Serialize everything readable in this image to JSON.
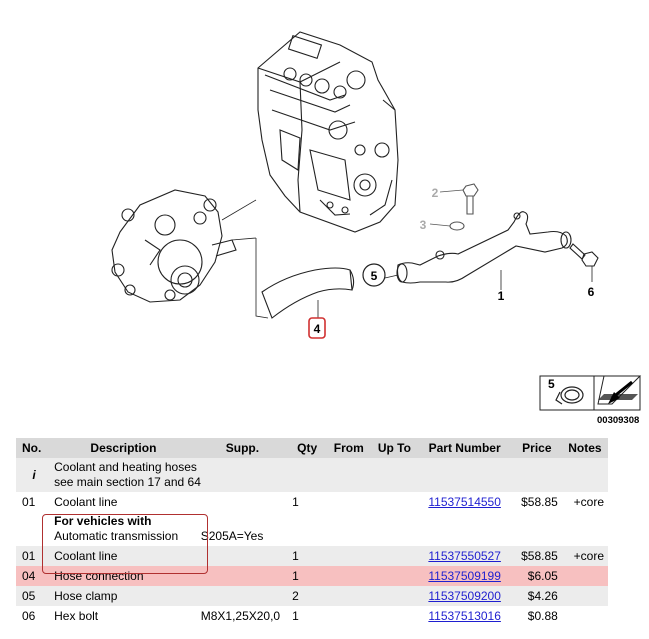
{
  "diagram": {
    "callouts": [
      {
        "id": "2",
        "label": "2",
        "muted": true
      },
      {
        "id": "3",
        "label": "3",
        "muted": true
      },
      {
        "id": "5",
        "label": "5",
        "muted": false
      },
      {
        "id": "1",
        "label": "1",
        "muted": false
      },
      {
        "id": "6",
        "label": "6",
        "muted": false
      },
      {
        "id": "4",
        "label": "4",
        "muted": false,
        "highlighted": true
      }
    ],
    "legend_number": "5",
    "image_code": "00309308"
  },
  "table": {
    "headers": {
      "no": "No.",
      "description": "Description",
      "supp": "Supp.",
      "qty": "Qty",
      "from": "From",
      "upto": "Up To",
      "part_number": "Part Number",
      "price": "Price",
      "notes": "Notes"
    },
    "rows": [
      {
        "no": "i",
        "description_line1": "Coolant and heating hoses",
        "description_line2": "see main section 17 and 64",
        "supp": "",
        "qty": "",
        "part_number": "",
        "price": "",
        "notes": ""
      },
      {
        "no": "01",
        "description": "Coolant line",
        "supp": "",
        "qty": "1",
        "part_number": "11537514550",
        "price": "$58.85",
        "notes": "+core"
      },
      {
        "no": "",
        "description_bold": "For vehicles with",
        "description_line2": "Automatic transmission",
        "supp": "S205A=Yes",
        "qty": "",
        "part_number": "",
        "price": "",
        "notes": ""
      },
      {
        "no": "01",
        "description": "Coolant line",
        "supp": "",
        "qty": "1",
        "part_number": "11537550527",
        "price": "$58.85",
        "notes": "+core"
      },
      {
        "no": "04",
        "description": "Hose connection",
        "supp": "",
        "qty": "1",
        "part_number": "11537509199",
        "price": "$6.05",
        "notes": ""
      },
      {
        "no": "05",
        "description": "Hose clamp",
        "supp": "",
        "qty": "2",
        "part_number": "11537509200",
        "price": "$4.26",
        "notes": ""
      },
      {
        "no": "06",
        "description": "Hex bolt",
        "supp": "M8X1,25X20,0",
        "qty": "1",
        "part_number": "11537513016",
        "price": "$0.88",
        "notes": ""
      }
    ]
  }
}
